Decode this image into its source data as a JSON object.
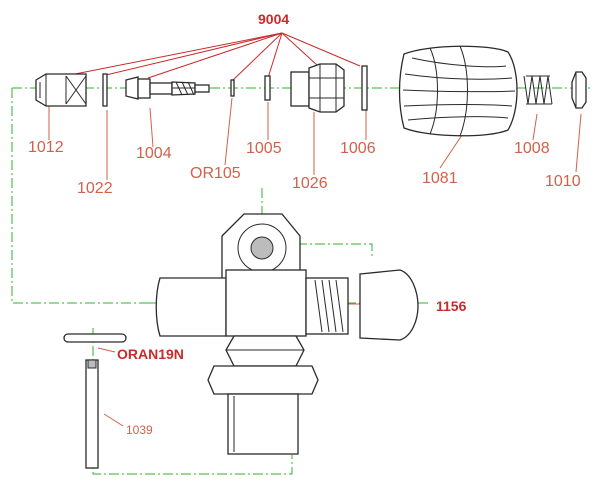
{
  "diagram": {
    "assembly_label": "9004",
    "parts": [
      {
        "id": "p1012",
        "label": "1012"
      },
      {
        "id": "p1022",
        "label": "1022"
      },
      {
        "id": "p1004",
        "label": "1004"
      },
      {
        "id": "por105",
        "label": "OR105"
      },
      {
        "id": "p1005",
        "label": "1005"
      },
      {
        "id": "p1026",
        "label": "1026"
      },
      {
        "id": "p1006",
        "label": "1006"
      },
      {
        "id": "p1081",
        "label": "1081"
      },
      {
        "id": "p1008",
        "label": "1008"
      },
      {
        "id": "p1010",
        "label": "1010"
      }
    ],
    "cap_label": "1156",
    "oring_label": "ORAN19N",
    "tube_label": "1039"
  },
  "colors": {
    "label": "#d1614a",
    "label_bold": "#c92a2a",
    "axis": "#2fb52f",
    "outline": "#2a2a2a"
  }
}
